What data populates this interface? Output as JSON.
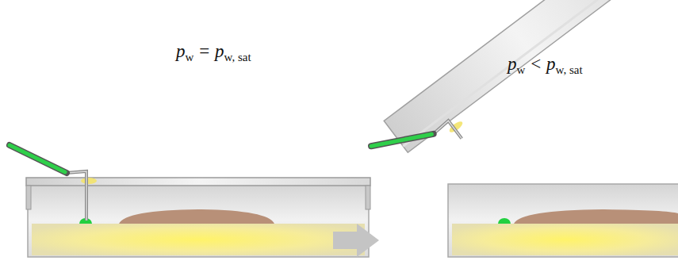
{
  "diagram": {
    "labels": [
      "p",
      "w",
      "=",
      "p",
      "w, sat",
      "p",
      "w",
      "<",
      "p",
      "w, sat"
    ]
  }
}
